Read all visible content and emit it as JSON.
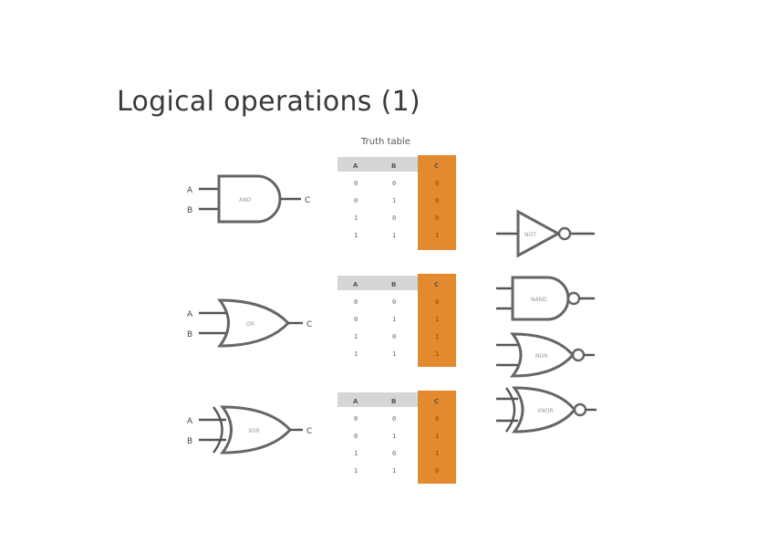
{
  "slide": {
    "title": "Logical operations (1)",
    "truth_table_caption": "Truth table"
  },
  "colors": {
    "output_column": "#e48a2e",
    "header_row": "#d6d6d6",
    "gate_stroke": "#666666",
    "title_text": "#3a3a3a"
  },
  "gates": [
    {
      "type": "AND",
      "inputs": [
        "A",
        "B"
      ],
      "output": "C"
    },
    {
      "type": "OR",
      "inputs": [
        "A",
        "B"
      ],
      "output": "C"
    },
    {
      "type": "XOR",
      "inputs": [
        "A",
        "B"
      ],
      "output": "C"
    }
  ],
  "truth_tables": [
    {
      "headers": [
        "A",
        "B",
        "C"
      ],
      "rows": [
        [
          "0",
          "0",
          "0"
        ],
        [
          "0",
          "1",
          "0"
        ],
        [
          "1",
          "0",
          "0"
        ],
        [
          "1",
          "1",
          "1"
        ]
      ]
    },
    {
      "headers": [
        "A",
        "B",
        "C"
      ],
      "rows": [
        [
          "0",
          "0",
          "0"
        ],
        [
          "0",
          "1",
          "1"
        ],
        [
          "1",
          "0",
          "1"
        ],
        [
          "1",
          "1",
          "1"
        ]
      ]
    },
    {
      "headers": [
        "A",
        "B",
        "C"
      ],
      "rows": [
        [
          "0",
          "0",
          "0"
        ],
        [
          "0",
          "1",
          "1"
        ],
        [
          "1",
          "0",
          "1"
        ],
        [
          "1",
          "1",
          "0"
        ]
      ]
    }
  ],
  "inverted_gates": [
    "NOT",
    "NAND",
    "NOR",
    "XNOR"
  ]
}
